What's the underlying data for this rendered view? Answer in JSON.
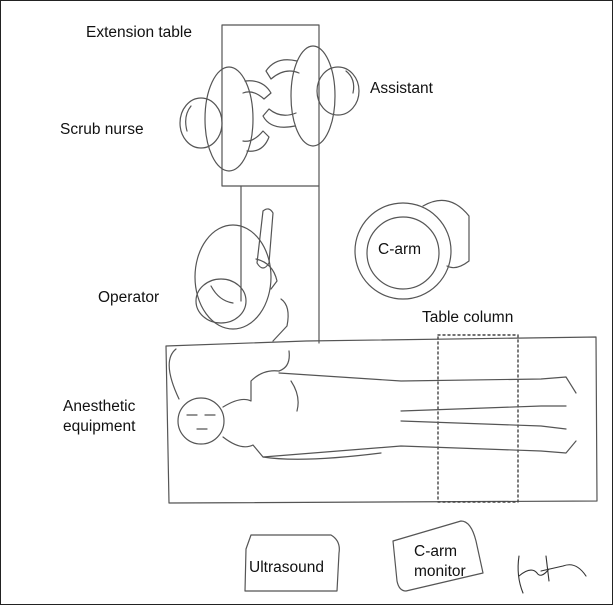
{
  "labels": {
    "extension_table": "Extension table",
    "assistant": "Assistant",
    "scrub_nurse": "Scrub nurse",
    "c_arm": "C-arm",
    "operator": "Operator",
    "table_column": "Table column",
    "anesthetic_line1": "Anesthetic",
    "anesthetic_line2": "equipment",
    "ultrasound": "Ultrasound",
    "c_arm_monitor_line1": "C-arm",
    "c_arm_monitor_line2": "monitor"
  },
  "colors": {
    "pencil": "#555555",
    "frame": "#222222",
    "column_dots": "#444444"
  }
}
